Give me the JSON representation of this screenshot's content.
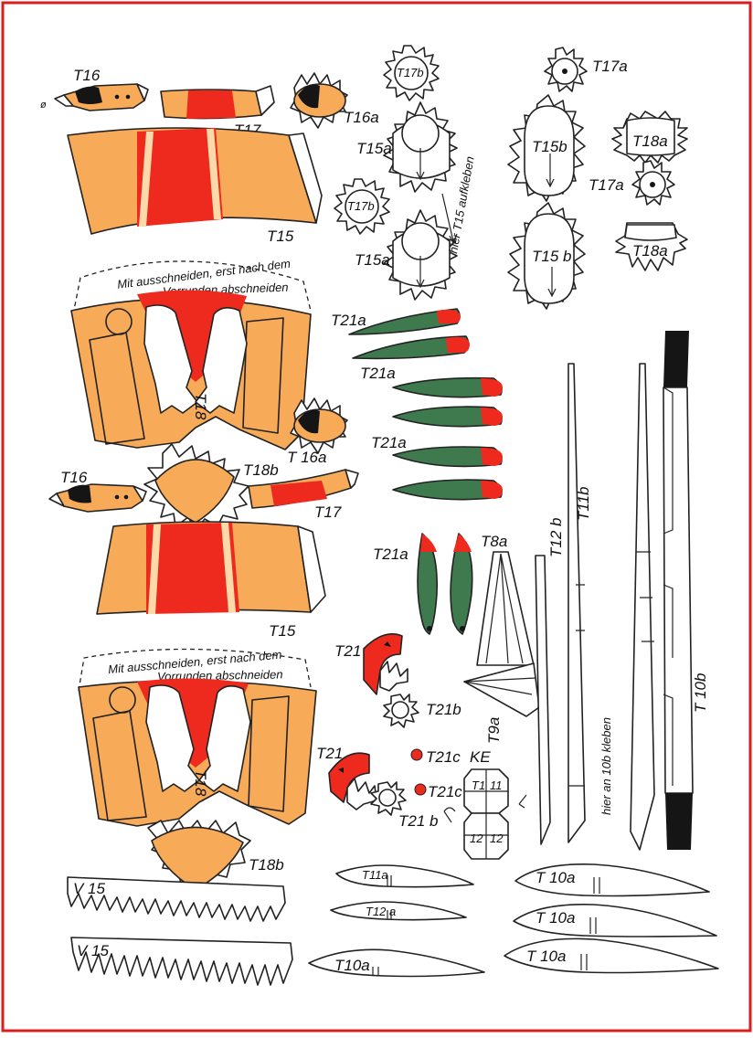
{
  "colors": {
    "orange": "#f7aa58",
    "red": "#ee2a1e",
    "green": "#3f7a4e",
    "dark": "#151515",
    "cream": "#fbd9a8",
    "border": "#d81e1e"
  },
  "labels": {
    "t16": "T16",
    "t17": "T17",
    "t16a": "T16a",
    "t15": "T15",
    "t15a": "T15a",
    "t15b": "T15b",
    "t15b_2": "T15 b",
    "t17a": "T17a",
    "t17b": "T17b",
    "t18": "T18",
    "t18a": "T18a",
    "t18b": "T18b",
    "t16a_2": "T 16a",
    "t21a": "T21a",
    "t21": "T21",
    "t21b": "T21b",
    "t21c": "T21c",
    "t21b_2": "T21 b",
    "t8a": "T8a",
    "t9a": "T9a",
    "ke": "KE",
    "t11": "T1",
    "t11_num": "11",
    "t12": "12",
    "t12b": "T12 b",
    "t11b": "T11b",
    "t10b": "T 10b",
    "t10a": "T10a",
    "t10a_spaced": "T 10a",
    "t11a": "T11a",
    "t12a": "T12 a",
    "v15": "V 15",
    "t15_aufkleben": "hier T15 aufkleben",
    "an10b_kleben": "hier an 10b kleben",
    "cut_note_line1": "Mit ausschneiden, erst nach dem",
    "cut_note_line2": "Vorrunden abschneiden",
    "stray_mark": "ø"
  }
}
